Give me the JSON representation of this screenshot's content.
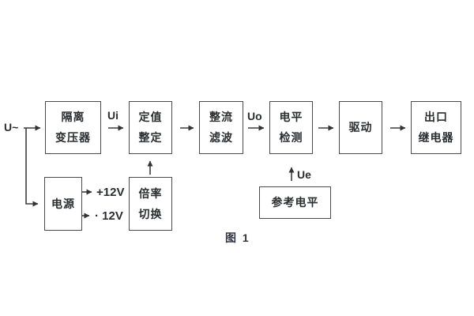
{
  "figure": {
    "caption": "图 1",
    "input": {
      "label": "U~"
    },
    "signals": {
      "ui": "Ui",
      "uo": "Uo",
      "ue": "Ue"
    },
    "power_rails": {
      "positive": "+12V",
      "negative": "· 12V"
    },
    "blocks": {
      "isolation_transformer": {
        "line1": "隔离",
        "line2": "变压器"
      },
      "value_setting": {
        "line1": "定值",
        "line2": "整定"
      },
      "rectifier_filter": {
        "line1": "整流",
        "line2": "滤波"
      },
      "level_detection": {
        "line1": "电平",
        "line2": "检测"
      },
      "driver": {
        "line1": "驱动"
      },
      "output_relay": {
        "line1": "出口",
        "line2": "继电器"
      },
      "power_supply": {
        "line1": "电源"
      },
      "ratio_switching": {
        "line1": "倍率",
        "line2": "切换"
      },
      "reference_level": {
        "line1": "参考电平"
      }
    },
    "colors": {
      "line": "#3d3d3d",
      "text": "#2b2d31",
      "background": "#ffffff"
    }
  }
}
